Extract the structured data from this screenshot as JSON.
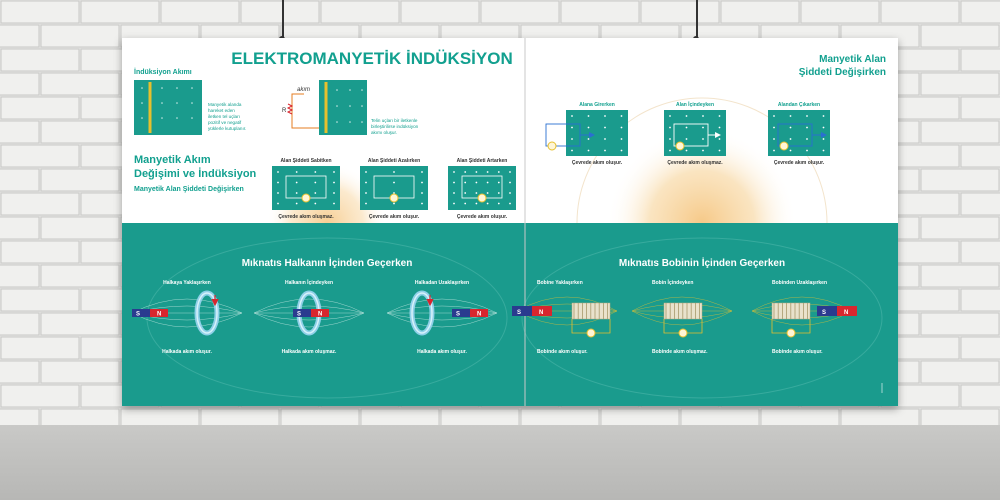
{
  "poster": {
    "title": "ELEKTROMANYETİK İNDÜKSİYON",
    "left_top": {
      "section_label": "İndüksiyon Akımı",
      "caption_1": [
        "Manyetik alanda",
        "hareket eden",
        "iletken tel uçları",
        "pozitif ve negatif",
        "yüklerle kutuplanır."
      ],
      "caption_2": [
        "Telin uçları bir iletkenle",
        "birleştirilirse indüksiyon",
        "akımı oluşur."
      ],
      "akim_label": "akım",
      "resistor_label": "R",
      "heading": [
        "Manyetik Akım",
        "Değişimi ve İndüksiyon"
      ],
      "subheading": "Manyetik Alan Şiddeti Değişirken",
      "panels": [
        {
          "label": "Alan Şiddeti Sabitken",
          "caption": "Çevrede akım oluşmaz."
        },
        {
          "label": "Alan Şiddeti Azalırken",
          "caption": "Çevrede akım oluşur."
        },
        {
          "label": "Alan Şiddeti Artarken",
          "caption": "Çevrede akım oluşur."
        }
      ]
    },
    "right_top": {
      "heading": [
        "Manyetik Alan",
        "Şiddeti Değişirken"
      ],
      "panels": [
        {
          "label": "Alana Girerken",
          "caption": "Çevrede akım oluşur."
        },
        {
          "label": "Alan İçindeyken",
          "caption": "Çevrede akım oluşmaz."
        },
        {
          "label": "Alandan Çıkarken",
          "caption": "Çevrede akım oluşur."
        }
      ]
    },
    "left_bottom": {
      "heading": "Mıknatıs Halkanın İçinden Geçerken",
      "panels": [
        {
          "label": "Halkaya Yaklaşırken",
          "caption": "Halkada akım oluşur."
        },
        {
          "label": "Halkanın İçindeyken",
          "caption": "Halkada akım oluşmaz."
        },
        {
          "label": "Halkadan Uzaklaşırken",
          "caption": "Halkada akım oluşur."
        }
      ]
    },
    "right_bottom": {
      "heading": "Mıknatıs Bobinin İçinden Geçerken",
      "panels": [
        {
          "label": "Bobine Yaklaşırken",
          "caption": "Bobinde akım oluşur."
        },
        {
          "label": "Bobin İçindeyken",
          "caption": "Bobinde akım oluşmaz."
        },
        {
          "label": "Bobinden Uzaklaşırken",
          "caption": "Bobinde akım oluşur."
        }
      ]
    },
    "magnet_south": "S",
    "magnet_north": "N"
  },
  "colors": {
    "teal": "#1a9b8d",
    "teal_dark": "#0f8577",
    "title_teal": "#12a08f",
    "orange_glow": "#f6c988",
    "magnet_blue": "#2a3b8f",
    "magnet_red": "#d8262e",
    "wire_yellow": "#e7c02d"
  }
}
